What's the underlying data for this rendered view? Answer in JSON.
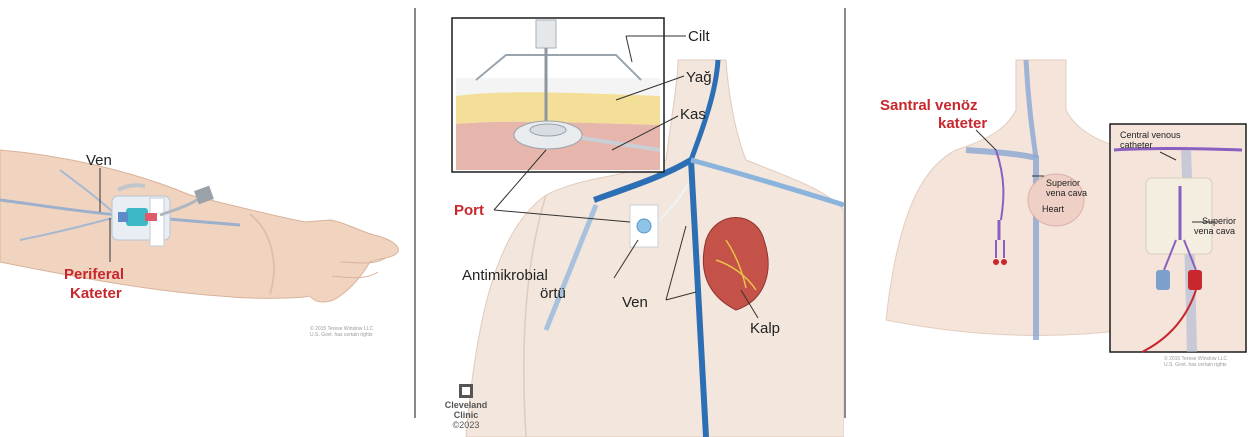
{
  "panel_left": {
    "labels": {
      "vein": "Ven",
      "catheter_line1": "Periferal",
      "catheter_line2": "Kateter"
    },
    "copyright_line1": "© 2015 Terese Winslow LLC",
    "copyright_line2": "U.S. Govt. has certain rights"
  },
  "panel_middle": {
    "labels": {
      "skin": "Cilt",
      "fat": "Yağ",
      "muscle": "Kas",
      "port": "Port",
      "dressing_line1": "Antimikrobial",
      "dressing_line2": "örtü",
      "vein": "Ven",
      "heart": "Kalp"
    },
    "logo": {
      "line1": "Cleveland",
      "line2": "Clinic",
      "year": "©2023"
    }
  },
  "panel_right": {
    "labels": {
      "cvc_line1": "Santral venöz",
      "cvc_line2": "kateter",
      "svc_line1": "Superior",
      "svc_line2": "vena cava",
      "heart": "Heart",
      "inset_cvc_line1": "Central venous",
      "inset_cvc_line2": "catheter",
      "inset_svc_line1": "Superior",
      "inset_svc_line2": "vena cava"
    },
    "copyright_line1": "© 2015 Terese Winslow LLC",
    "copyright_line2": "U.S. Govt. has certain rights"
  },
  "colors": {
    "accent_red": "#c8272e",
    "divider": "#8a8a8a",
    "vein_blue": "#2c6fb5",
    "skin": "#f1d4c0"
  }
}
